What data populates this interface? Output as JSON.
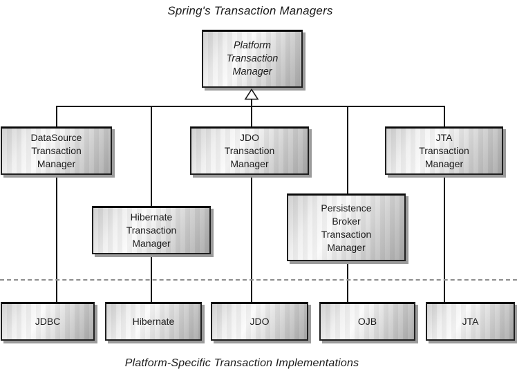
{
  "title": "Spring's Transaction Managers",
  "caption": "Platform-Specific Transaction Implementations",
  "nodes": {
    "platform": {
      "label": "Platform\nTransaction\nManager"
    },
    "datasource": {
      "label": "DataSource\nTransaction\nManager"
    },
    "jdo_tm": {
      "label": "JDO\nTransaction\nManager"
    },
    "jta_tm": {
      "label": "JTA\nTransaction\nManager"
    },
    "hibernate_tm": {
      "label": "Hibernate\nTransaction\nManager"
    },
    "persistence_broker": {
      "label": "Persistence\nBroker\nTransaction\nManager"
    }
  },
  "implementations": [
    {
      "label": "JDBC"
    },
    {
      "label": "Hibernate"
    },
    {
      "label": "JDO"
    },
    {
      "label": "OJB"
    },
    {
      "label": "JTA"
    }
  ],
  "icons": {
    "inheritance": "hollow-triangle-up"
  },
  "colors": {
    "background": "#ffffff",
    "box_border": "#1f1f1f",
    "box_gradient_light": "#fbfbfb",
    "box_gradient_dark": "#a9a9a9",
    "box_shadow": "#9b9b9b",
    "connector": "#161616",
    "dashed_divider": "#8d8d8d",
    "text": "#1c1c1c"
  }
}
